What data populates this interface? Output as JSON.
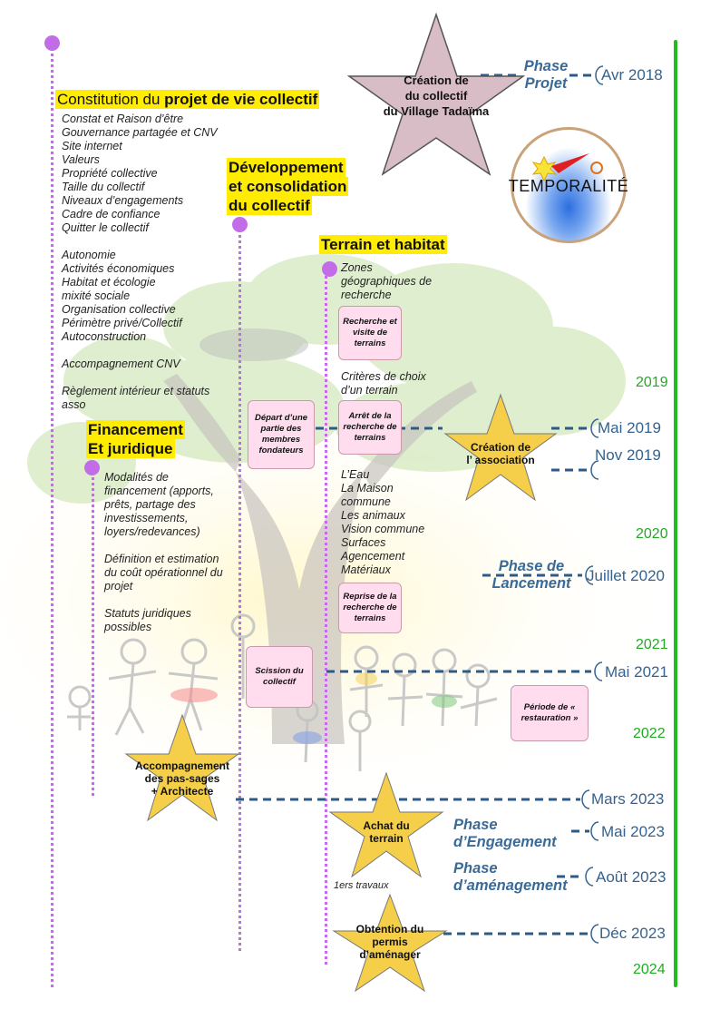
{
  "star_main": {
    "l1": "Création de",
    "l2": "du collectif",
    "l3": "du Village Tadaïma"
  },
  "logo": {
    "text": "TEMPORALITÉ"
  },
  "phases": {
    "projet": {
      "l1": "Phase",
      "l2": "Projet"
    },
    "lancement": {
      "l1": "Phase de",
      "l2": "Lancement"
    },
    "engagement": {
      "l1": "Phase",
      "l2": "d’Engagement"
    },
    "amenagement": {
      "l1": "Phase",
      "l2": "d’aménagement"
    }
  },
  "dates": {
    "avr2018": "Avr 2018",
    "mai2019": "Mai 2019",
    "nov2019": "Nov 2019",
    "juil2020": "Juillet 2020",
    "mai2021": "Mai 2021",
    "mars2023": "Mars 2023",
    "mai2023": "Mai 2023",
    "aout2023": "Août 2023",
    "dec2023": "Déc 2023"
  },
  "years": {
    "y2019": "2019",
    "y2020": "2020",
    "y2021": "2021",
    "y2022": "2022",
    "y2024": "2024"
  },
  "constitution": {
    "title_a": "Constitution du ",
    "title_b": "projet de vie collectif",
    "items": [
      "Constat et Raison d’être",
      "Gouvernance partagée et CNV",
      "Site internet",
      "Valeurs",
      "Propriété collective",
      "Taille du collectif",
      "Niveaux d’engagements",
      "Cadre de confiance",
      "Quitter le collectif",
      "",
      "Autonomie",
      "Activités économiques",
      "Habitat et écologie",
      "mixité sociale",
      "Organisation collective",
      "Périmètre privé/Collectif",
      "Autoconstruction",
      "",
      "Accompagnement CNV",
      "",
      "Règlement intérieur et statuts",
      "asso"
    ]
  },
  "developpement": {
    "l1": "Développement",
    "l2": "et consolidation",
    "l3": "du collectif"
  },
  "terrain": {
    "title": "Terrain et habitat",
    "zones": [
      "Zones",
      "géographiques de",
      "recherche"
    ],
    "criteres": [
      "Critères de choix",
      "d’un terrain"
    ],
    "items": [
      "L’Eau",
      "La Maison",
      "commune",
      "Les animaux",
      "Vision commune",
      "Surfaces",
      "Agencement",
      "Matériaux"
    ],
    "travaux": "1ers travaux"
  },
  "financement": {
    "title_l1": "Financement",
    "title_l2": "Et juridique",
    "items": [
      "Modalités de",
      "financement (apports,",
      "prêts, partage des",
      "investissements,",
      "loyers/redevances)",
      "",
      "Définition et estimation",
      "du coût opérationnel du",
      "projet",
      "",
      "Statuts juridiques",
      "possibles"
    ]
  },
  "boxes": {
    "recherche": "Recherche et visite de terrains",
    "depart": "Départ d’une partie des membres fondateurs",
    "arret": "Arrêt de la recherche de terrains",
    "reprise": "Reprise de la recherche de terrains",
    "scission": "Scission du collectif",
    "restauration": "Période de « restauration »"
  },
  "stars": {
    "association": {
      "l1": "Création de",
      "l2": "l’ association"
    },
    "accompagnement": {
      "l1": "Accompagnement",
      "l2": "des pas-sages",
      "l3": "+ Architecte"
    },
    "achat": {
      "l1": "Achat du",
      "l2": "terrain"
    },
    "permis": {
      "l1": "Obtention du",
      "l2": "permis",
      "l3": "d’aménager"
    }
  },
  "colors": {
    "purple": "#c36ce8",
    "green": "#22bb22",
    "navy": "#2e5a86",
    "yellow": "#ffec00",
    "starfill": "#f6cf4a",
    "mainstar": "#d8bcc6"
  }
}
